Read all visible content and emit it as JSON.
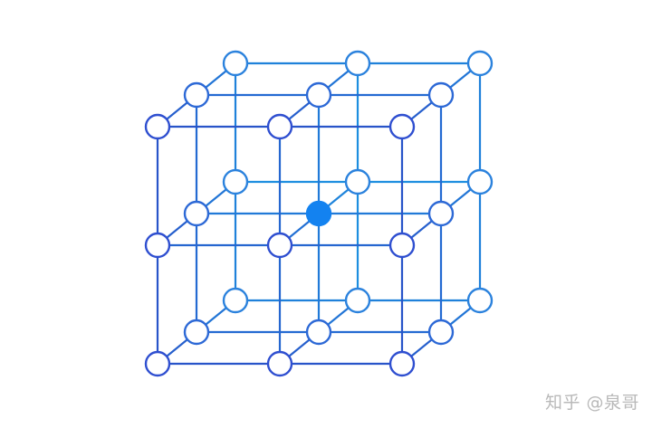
{
  "diagram": {
    "structure": "simple-cubic-3x3x3-lattice",
    "node_count": 27,
    "highlighted_node": "center",
    "colors": {
      "edge_front": "#2b46c4",
      "edge_back": "#19a0e6",
      "node_outline_front": "#2f4fd0",
      "node_outline_back": "#2a8fe0",
      "node_fill": "#ffffff",
      "highlight_fill": "#1382f0",
      "background": "#ffffff"
    }
  },
  "watermark": {
    "text": "知乎 @泉哥"
  }
}
